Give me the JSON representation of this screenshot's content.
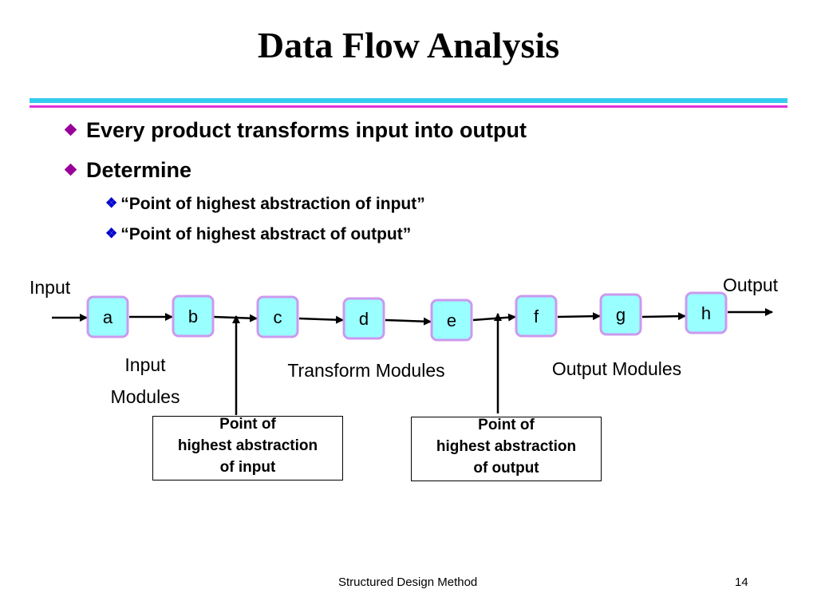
{
  "title": "Data Flow Analysis",
  "bullets": [
    {
      "text": "Every product transforms input into output"
    },
    {
      "text": "Determine",
      "sub": [
        "“Point of highest abstraction of input”",
        "“Point of highest abstract of output”"
      ]
    }
  ],
  "diagram": {
    "input_label": "Input",
    "output_label": "Output",
    "modules": [
      "a",
      "b",
      "c",
      "d",
      "e",
      "f",
      "g",
      "h"
    ],
    "group_labels": {
      "input_line1": "Input",
      "input_line2": "Modules",
      "transform": "Transform Modules",
      "output": "Output Modules"
    },
    "notes": {
      "input": [
        "Point of",
        "highest abstraction",
        "of input"
      ],
      "output": [
        "Point of",
        "highest abstraction",
        "of output"
      ]
    }
  },
  "colors": {
    "module_fill": "#99ffff",
    "module_border": "#cc99ee",
    "rule_top": "#33ccee",
    "rule_bottom": "#dd33dd",
    "bullet": "#990099",
    "sub_bullet": "#0000cc"
  },
  "footer": {
    "center": "Structured Design Method",
    "page": "14"
  }
}
